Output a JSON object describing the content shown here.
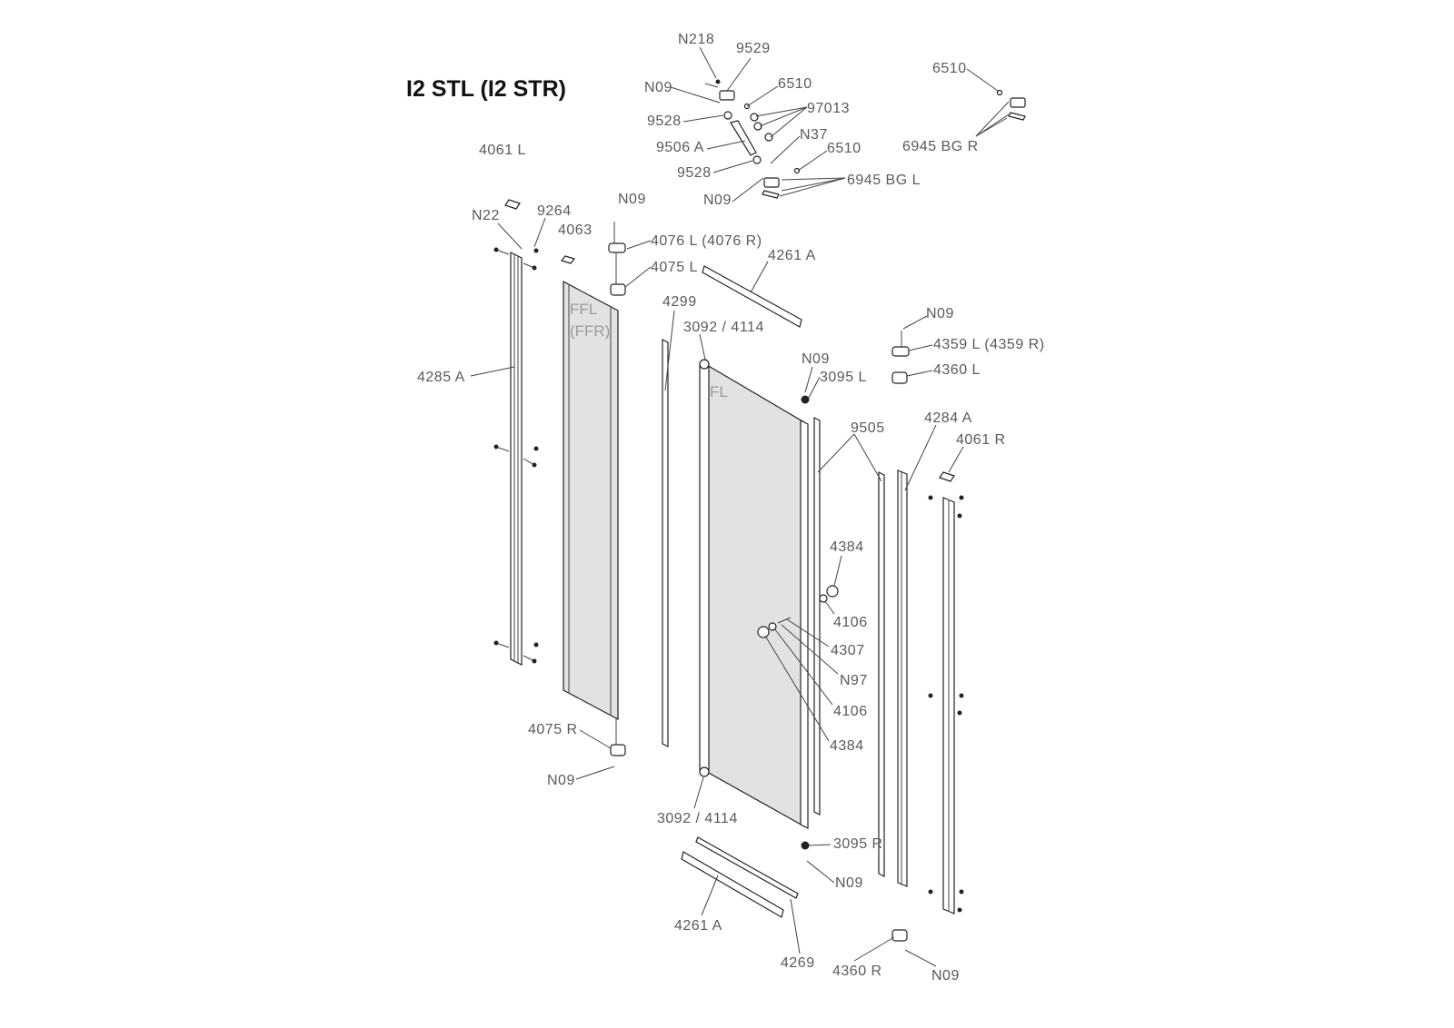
{
  "title": "I2 STL (I2 STR)",
  "glass_labels": {
    "side_panel": "FFL",
    "side_panel_alt": "(FFR)",
    "door": "FL"
  },
  "parts": {
    "n218": "N218",
    "p9529": "9529",
    "n09_a": "N09",
    "p6510_a": "6510",
    "p97013": "97013",
    "p9528_a": "9528",
    "p9506a": "9506 A",
    "n37": "N37",
    "p6510_b": "6510",
    "p9528_b": "9528",
    "p6945bgl": "6945 BG L",
    "n09_b": "N09",
    "p6510_c": "6510",
    "p6945bgr": "6945 BG R",
    "p4061l": "4061 L",
    "n22": "N22",
    "p9264": "9264",
    "p4063": "4063",
    "n09_c": "N09",
    "p4076l": "4076 L (4076 R)",
    "p4075l": "4075 L",
    "p4261a_top": "4261 A",
    "p4299": "4299",
    "p3092_top": "3092 / 4114",
    "n09_d": "N09",
    "p4359l": "4359 L (4359 R)",
    "p4360l": "4360 L",
    "p4285a": "4285 A",
    "n09_e": "N09",
    "p3095l": "3095 L",
    "p9505": "9505",
    "p4284a": "4284 A",
    "p4061r": "4061 R",
    "p4384_a": "4384",
    "p4106_a": "4106",
    "p4307": "4307",
    "n97": "N97",
    "p4106_b": "4106",
    "p4384_b": "4384",
    "p4075r": "4075 R",
    "n09_f": "N09",
    "p3092_bot": "3092 / 4114",
    "p3095r": "3095 R",
    "n09_g": "N09",
    "p4261a_bot": "4261 A",
    "p4269": "4269",
    "p4360r": "4360 R",
    "n09_h": "N09"
  }
}
